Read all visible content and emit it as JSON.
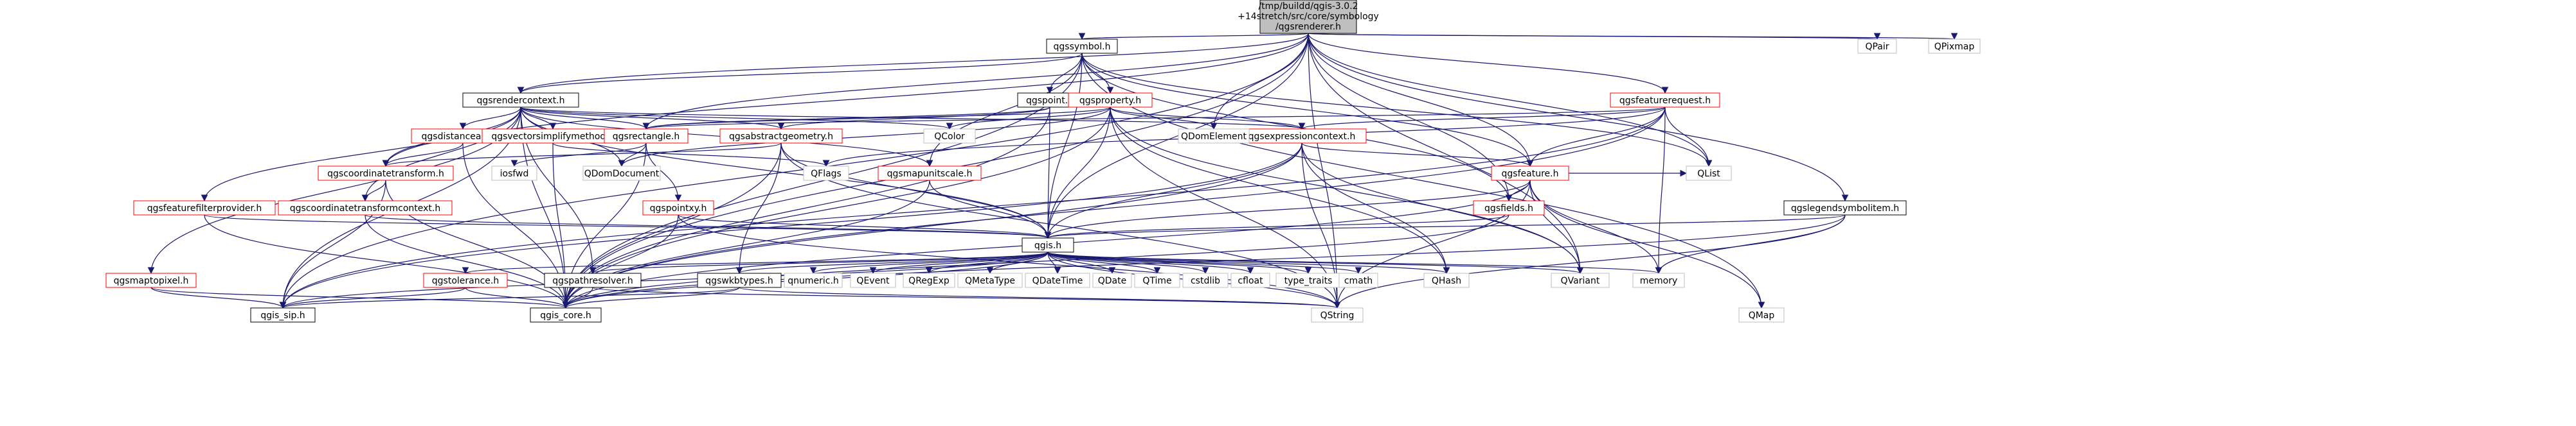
{
  "graph": {
    "root_label_lines": [
      "/tmp/buildd/qgis-3.0.2",
      "+14stretch/src/core/symbology",
      "/qgsrenderer.h"
    ],
    "nodes": [
      {
        "id": "qgsrenderer",
        "label": "",
        "color": "#bfbfbf",
        "border": "#000000"
      },
      {
        "id": "qgssymbol",
        "label": "qgssymbol.h",
        "color": "#ffffff",
        "border": "#000000"
      },
      {
        "id": "qgsrendercontext",
        "label": "qgsrendercontext.h",
        "color": "#ffffff",
        "border": "#000000"
      },
      {
        "id": "qgspoint",
        "label": "qgspoint.h",
        "color": "#ffffff",
        "border": "#000000"
      },
      {
        "id": "qgsproperty",
        "label": "qgsproperty.h",
        "color": "#ffffff",
        "border": "#ff0000"
      },
      {
        "id": "qgsfeaturerequest",
        "label": "qgsfeaturerequest.h",
        "color": "#ffffff",
        "border": "#ff0000"
      },
      {
        "id": "qpair",
        "label": "QPair",
        "color": "#ffffff",
        "border": "#bfbfbf"
      },
      {
        "id": "qpixmap",
        "label": "QPixmap",
        "color": "#ffffff",
        "border": "#bfbfbf"
      },
      {
        "id": "qgsdistancearea",
        "label": "qgsdistancearea.h",
        "color": "#ffffff",
        "border": "#ff0000"
      },
      {
        "id": "qgsvectorsimplifymethod",
        "label": "qgsvectorsimplifymethod.h",
        "color": "#ffffff",
        "border": "#ff0000"
      },
      {
        "id": "qgsrectangle",
        "label": "qgsrectangle.h",
        "color": "#ffffff",
        "border": "#ff0000"
      },
      {
        "id": "qgsabstractgeometry",
        "label": "qgsabstractgeometry.h",
        "color": "#ffffff",
        "border": "#ff0000"
      },
      {
        "id": "qcolor",
        "label": "QColor",
        "color": "#ffffff",
        "border": "#bfbfbf"
      },
      {
        "id": "qgsexpressioncontext",
        "label": "qgsexpressioncontext.h",
        "color": "#ffffff",
        "border": "#ff0000"
      },
      {
        "id": "qdomelement",
        "label": "QDomElement",
        "color": "#ffffff",
        "border": "#bfbfbf"
      },
      {
        "id": "qgscoordinatetransform",
        "label": "qgscoordinatetransform.h",
        "color": "#ffffff",
        "border": "#ff0000"
      },
      {
        "id": "iosfwd",
        "label": "iosfwd",
        "color": "#ffffff",
        "border": "#bfbfbf"
      },
      {
        "id": "qdomdocument",
        "label": "QDomDocument",
        "color": "#ffffff",
        "border": "#bfbfbf"
      },
      {
        "id": "qflags",
        "label": "QFlags",
        "color": "#ffffff",
        "border": "#bfbfbf"
      },
      {
        "id": "qgsmapunitscale",
        "label": "qgsmapunitscale.h",
        "color": "#ffffff",
        "border": "#ff0000"
      },
      {
        "id": "qgsfeature",
        "label": "qgsfeature.h",
        "color": "#ffffff",
        "border": "#ff0000"
      },
      {
        "id": "qlist",
        "label": "QList",
        "color": "#ffffff",
        "border": "#bfbfbf"
      },
      {
        "id": "qgscoordinatetransformcontext",
        "label": "qgscoordinatetransformcontext.h",
        "color": "#ffffff",
        "border": "#ff0000"
      },
      {
        "id": "qgsfeaturefilterprovider",
        "label": "qgsfeaturefilterprovider.h",
        "color": "#ffffff",
        "border": "#ff0000"
      },
      {
        "id": "qgspointxy",
        "label": "qgspointxy.h",
        "color": "#ffffff",
        "border": "#ff0000"
      },
      {
        "id": "qgsfields",
        "label": "qgsfields.h",
        "color": "#ffffff",
        "border": "#ff0000"
      },
      {
        "id": "qgslegendsymbolitem",
        "label": "qgslegendsymbolitem.h",
        "color": "#ffffff",
        "border": "#000000"
      },
      {
        "id": "qgis",
        "label": "qgis.h",
        "color": "#ffffff",
        "border": "#000000"
      },
      {
        "id": "qgsmaptopixel",
        "label": "qgsmaptopixel.h",
        "color": "#ffffff",
        "border": "#ff0000"
      },
      {
        "id": "qgstolerance",
        "label": "qgstolerance.h",
        "color": "#ffffff",
        "border": "#ff0000"
      },
      {
        "id": "qgspathresolver",
        "label": "qgspathresolver.h",
        "color": "#ffffff",
        "border": "#000000"
      },
      {
        "id": "qgswkbtypes",
        "label": "qgswkbtypes.h",
        "color": "#ffffff",
        "border": "#000000"
      },
      {
        "id": "qnumeric",
        "label": "qnumeric.h",
        "color": "#ffffff",
        "border": "#bfbfbf"
      },
      {
        "id": "qevent",
        "label": "QEvent",
        "color": "#ffffff",
        "border": "#bfbfbf"
      },
      {
        "id": "qregexp",
        "label": "QRegExp",
        "color": "#ffffff",
        "border": "#bfbfbf"
      },
      {
        "id": "qmetatype",
        "label": "QMetaType",
        "color": "#ffffff",
        "border": "#bfbfbf"
      },
      {
        "id": "qdatetime",
        "label": "QDateTime",
        "color": "#ffffff",
        "border": "#bfbfbf"
      },
      {
        "id": "qdate",
        "label": "QDate",
        "color": "#ffffff",
        "border": "#bfbfbf"
      },
      {
        "id": "qtime",
        "label": "QTime",
        "color": "#ffffff",
        "border": "#bfbfbf"
      },
      {
        "id": "cstdlib",
        "label": "cstdlib",
        "color": "#ffffff",
        "border": "#bfbfbf"
      },
      {
        "id": "cfloat",
        "label": "cfloat",
        "color": "#ffffff",
        "border": "#bfbfbf"
      },
      {
        "id": "type_traits",
        "label": "type_traits",
        "color": "#ffffff",
        "border": "#bfbfbf"
      },
      {
        "id": "cmath",
        "label": "cmath",
        "color": "#ffffff",
        "border": "#bfbfbf"
      },
      {
        "id": "qhash",
        "label": "QHash",
        "color": "#ffffff",
        "border": "#bfbfbf"
      },
      {
        "id": "qvariant",
        "label": "QVariant",
        "color": "#ffffff",
        "border": "#bfbfbf"
      },
      {
        "id": "memory",
        "label": "memory",
        "color": "#ffffff",
        "border": "#bfbfbf"
      },
      {
        "id": "qgis_sip",
        "label": "qgis_sip.h",
        "color": "#ffffff",
        "border": "#000000"
      },
      {
        "id": "qgis_core",
        "label": "qgis_core.h",
        "color": "#ffffff",
        "border": "#000000"
      },
      {
        "id": "qstring",
        "label": "QString",
        "color": "#ffffff",
        "border": "#bfbfbf"
      },
      {
        "id": "qmap",
        "label": "QMap",
        "color": "#ffffff",
        "border": "#bfbfbf"
      }
    ],
    "edges": [
      [
        "qgsrenderer",
        "qgssymbol"
      ],
      [
        "qgsrenderer",
        "qgsrendercontext"
      ],
      [
        "qgsrenderer",
        "qgsfeaturerequest"
      ],
      [
        "qgsrenderer",
        "qpair"
      ],
      [
        "qgsrenderer",
        "qpixmap"
      ],
      [
        "qgsrenderer",
        "qgsfeature"
      ],
      [
        "qgsrenderer",
        "qgsfields"
      ],
      [
        "qgsrenderer",
        "qgslegendsymbolitem"
      ],
      [
        "qgsrenderer",
        "qgis"
      ],
      [
        "qgsrenderer",
        "qgis_sip"
      ],
      [
        "qgsrenderer",
        "qgis_core"
      ],
      [
        "qgsrenderer",
        "qdomelement"
      ],
      [
        "qgsrenderer",
        "qgsrectangle"
      ],
      [
        "qgsrenderer",
        "qlist"
      ],
      [
        "qgsrenderer",
        "qvariant"
      ],
      [
        "qgsrenderer",
        "qstring"
      ],
      [
        "qgsrenderer",
        "qgscoordinatetransform"
      ],
      [
        "qgssymbol",
        "qgsrendercontext"
      ],
      [
        "qgssymbol",
        "qgspoint"
      ],
      [
        "qgssymbol",
        "qgsproperty"
      ],
      [
        "qgssymbol",
        "qgsmapunitscale"
      ],
      [
        "qgssymbol",
        "qgis"
      ],
      [
        "qgssymbol",
        "qgsfeature"
      ],
      [
        "qgssymbol",
        "qgsfields"
      ],
      [
        "qgssymbol",
        "qlist"
      ],
      [
        "qgssymbol",
        "qgis_core"
      ],
      [
        "qgssymbol",
        "qmap"
      ],
      [
        "qgsrendercontext",
        "qgsdistancearea"
      ],
      [
        "qgsrendercontext",
        "qgsvectorsimplifymethod"
      ],
      [
        "qgsrendercontext",
        "qgsrectangle"
      ],
      [
        "qgsrendercontext",
        "qgsabstractgeometry"
      ],
      [
        "qgsrendercontext",
        "qcolor"
      ],
      [
        "qgsrendercontext",
        "qgsexpressioncontext"
      ],
      [
        "qgsrendercontext",
        "qgscoordinatetransform"
      ],
      [
        "qgsrendercontext",
        "qgsmapunitscale"
      ],
      [
        "qgsrendercontext",
        "qgscoordinatetransformcontext"
      ],
      [
        "qgsrendercontext",
        "qgsfeaturefilterprovider"
      ],
      [
        "qgsrendercontext",
        "qgsmaptopixel"
      ],
      [
        "qgsrendercontext",
        "qgspathresolver"
      ],
      [
        "qgsrendercontext",
        "qgis_core"
      ],
      [
        "qgsrendercontext",
        "qgis_sip"
      ],
      [
        "qgsrendercontext",
        "qgis"
      ],
      [
        "qgsrendercontext",
        "qdomdocument"
      ],
      [
        "qgspoint",
        "qgsabstractgeometry"
      ],
      [
        "qgspoint",
        "qgsrectangle"
      ],
      [
        "qgspoint",
        "qgis"
      ],
      [
        "qgspoint",
        "qgis_core"
      ],
      [
        "qgsproperty",
        "qgsexpressioncontext"
      ],
      [
        "qgsproperty",
        "qgis"
      ],
      [
        "qgsproperty",
        "qdomelement"
      ],
      [
        "qgsproperty",
        "qdomdocument"
      ],
      [
        "qgsproperty",
        "qcolor"
      ],
      [
        "qgsproperty",
        "qvariant"
      ],
      [
        "qgsproperty",
        "qhash"
      ],
      [
        "qgsproperty",
        "qgis_core"
      ],
      [
        "qgsproperty",
        "qgsrectangle"
      ],
      [
        "qgsproperty",
        "qstring"
      ],
      [
        "qgsfeaturerequest",
        "qgsexpressioncontext"
      ],
      [
        "qgsfeaturerequest",
        "qgsfeature"
      ],
      [
        "qgsfeaturerequest",
        "qgsrectangle"
      ],
      [
        "qgsfeaturerequest",
        "qflags"
      ],
      [
        "qgsfeaturerequest",
        "qlist"
      ],
      [
        "qgsfeaturerequest",
        "memory"
      ],
      [
        "qgsfeaturerequest",
        "qgis_core"
      ],
      [
        "qgsfeaturerequest",
        "qgis_sip"
      ],
      [
        "qgsdistancearea",
        "qgscoordinatetransform"
      ],
      [
        "qgsdistancearea",
        "qgis_core"
      ],
      [
        "qgsvectorsimplifymethod",
        "qgis_core"
      ],
      [
        "qgsvectorsimplifymethod",
        "qflags"
      ],
      [
        "qgsrectangle",
        "qgspointxy"
      ],
      [
        "qgsrectangle",
        "iosfwd"
      ],
      [
        "qgsrectangle",
        "qdomdocument"
      ],
      [
        "qgsrectangle",
        "qgis_core"
      ],
      [
        "qgsabstractgeometry",
        "qgswkbtypes"
      ],
      [
        "qgsabstractgeometry",
        "qgis"
      ],
      [
        "qgsabstractgeometry",
        "qgscoordinatetransform"
      ],
      [
        "qgsabstractgeometry",
        "qgis_core"
      ],
      [
        "qgsabstractgeometry",
        "qstring"
      ],
      [
        "qgsexpressioncontext",
        "qgsfeature"
      ],
      [
        "qgsexpressioncontext",
        "qgis"
      ],
      [
        "qgsexpressioncontext",
        "qvariant"
      ],
      [
        "qgsexpressioncontext",
        "qhash"
      ],
      [
        "qgsexpressioncontext",
        "qstring"
      ],
      [
        "qgsexpressioncontext",
        "qgis_core"
      ],
      [
        "qgsexpressioncontext",
        "qgis_sip"
      ],
      [
        "qgscoordinatetransform",
        "qgscoordinatetransformcontext"
      ],
      [
        "qgscoordinatetransform",
        "qgis_core"
      ],
      [
        "qgscoordinatetransform",
        "qgis_sip"
      ],
      [
        "qgscoordinatetransformcontext",
        "qgis_core"
      ],
      [
        "qgscoordinatetransformcontext",
        "qgis"
      ],
      [
        "qgsmapunitscale",
        "qgis"
      ],
      [
        "qgsmapunitscale",
        "qgis_core"
      ],
      [
        "qgsfeature",
        "qgsfields"
      ],
      [
        "qgsfeature",
        "qgis"
      ],
      [
        "qgsfeature",
        "qlist"
      ],
      [
        "qgsfeature",
        "qvariant"
      ],
      [
        "qgsfeature",
        "qmap"
      ],
      [
        "qgsfeature",
        "qstring"
      ],
      [
        "qgsfeature",
        "qgis_core"
      ],
      [
        "qgsfeature",
        "memory"
      ],
      [
        "qgsfeaturefilterprovider",
        "qgis_core"
      ],
      [
        "qgsfeaturefilterprovider",
        "qgis"
      ],
      [
        "qgspointxy",
        "qgis"
      ],
      [
        "qgspointxy",
        "qgis_core"
      ],
      [
        "qgspointxy",
        "qstring"
      ],
      [
        "qgsfields",
        "qgis"
      ],
      [
        "qgsfields",
        "qgis_core"
      ],
      [
        "qgslegendsymbolitem",
        "qgis"
      ],
      [
        "qgslegendsymbolitem",
        "memory"
      ],
      [
        "qgslegendsymbolitem",
        "qgis_core"
      ],
      [
        "qgslegendsymbolitem",
        "qstring"
      ],
      [
        "qgsmaptopixel",
        "qgis_core"
      ],
      [
        "qgsmaptopixel",
        "qgis_sip"
      ],
      [
        "qgis",
        "qgstolerance"
      ],
      [
        "qgis",
        "qgspathresolver"
      ],
      [
        "qgis",
        "qgswkbtypes"
      ],
      [
        "qgis",
        "qnumeric"
      ],
      [
        "qgis",
        "qevent"
      ],
      [
        "qgis",
        "qregexp"
      ],
      [
        "qgis",
        "qmetatype"
      ],
      [
        "qgis",
        "qdatetime"
      ],
      [
        "qgis",
        "qdate"
      ],
      [
        "qgis",
        "qtime"
      ],
      [
        "qgis",
        "cstdlib"
      ],
      [
        "qgis",
        "cfloat"
      ],
      [
        "qgis",
        "type_traits"
      ],
      [
        "qgis",
        "cmath"
      ],
      [
        "qgis",
        "qhash"
      ],
      [
        "qgis",
        "qvariant"
      ],
      [
        "qgis",
        "memory"
      ],
      [
        "qgis",
        "qgis_sip"
      ],
      [
        "qgis",
        "qgis_core"
      ],
      [
        "qgis",
        "qstring"
      ],
      [
        "qgstolerance",
        "qgis_core"
      ],
      [
        "qgstolerance",
        "qgis_sip"
      ],
      [
        "qgspathresolver",
        "qgis_core"
      ],
      [
        "qgspathresolver",
        "qstring"
      ],
      [
        "qgswkbtypes",
        "qgis_core"
      ],
      [
        "qgswkbtypes",
        "qgis_sip"
      ],
      [
        "qgswkbtypes",
        "qstring"
      ]
    ]
  }
}
